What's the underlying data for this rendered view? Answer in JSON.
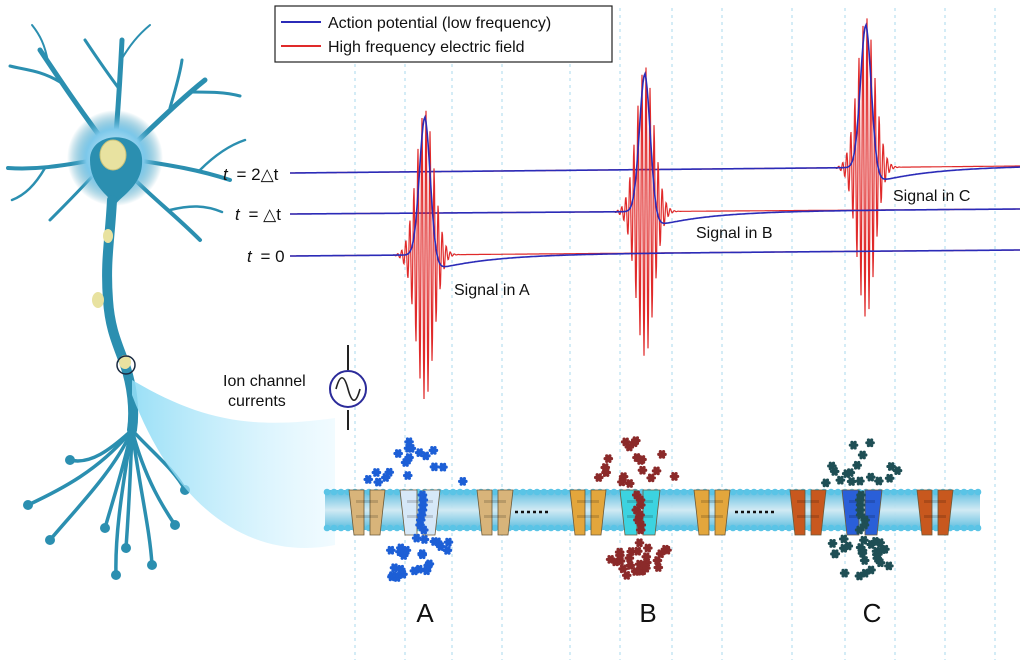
{
  "legend": {
    "entries": [
      {
        "label": "Action potential (low frequency)",
        "color": "#2b2bb8"
      },
      {
        "label": "High frequency electric field",
        "color": "#e02a2a"
      }
    ]
  },
  "traces": [
    {
      "t_var": "t",
      "t_value": "= 2△t",
      "signal_label": "Signal in C",
      "channel": "C"
    },
    {
      "t_var": "t",
      "t_value": "= △t",
      "signal_label": "Signal in B",
      "channel": "B"
    },
    {
      "t_var": "t",
      "t_value": "= 0",
      "signal_label": "Signal in A",
      "channel": "A"
    }
  ],
  "probe": {
    "label_line1": "Ion channel",
    "label_line2": "currents"
  },
  "channels": [
    {
      "label": "A",
      "ion_color": "#1d5fd6",
      "open_channel_color": "#d6e8f8",
      "closed_channel_color": "#d8b47a"
    },
    {
      "label": "B",
      "ion_color": "#8b2a2a",
      "open_channel_color": "#3cd3e0",
      "closed_channel_color": "#e3a63c"
    },
    {
      "label": "C",
      "ion_color": "#1f4f55",
      "open_channel_color": "#2a5fd8",
      "closed_channel_color": "#c8581e"
    }
  ],
  "colors": {
    "neuron": "#2b8fb0",
    "membrane_head": "#5ac4e6",
    "grid_line": "#a9d8ee"
  }
}
